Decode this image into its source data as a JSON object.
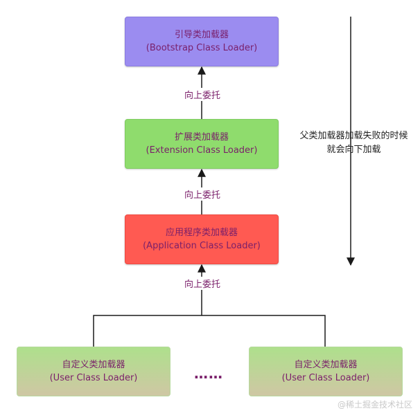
{
  "nodes": {
    "bootstrap": {
      "name": "引导类加载器",
      "en": "(Bootstrap Class Loader)"
    },
    "extension": {
      "name": "扩展类加载器",
      "en": "(Extension Class Loader)"
    },
    "application": {
      "name": "应用程序类加载器",
      "en": "(Application Class Loader)"
    },
    "user1": {
      "name": "自定义类加载器",
      "en": "(User Class Loader)"
    },
    "user2": {
      "name": "自定义类加载器",
      "en": "(User Class Loader)"
    }
  },
  "edge_labels": {
    "ext_to_boot": "向上委托",
    "app_to_ext": "向上委托",
    "user_to_app": "向上委托"
  },
  "note": {
    "line1": "父类加载器加载失败的时候",
    "line2": "就会向下加载"
  },
  "ellipsis": "……",
  "watermark": "@稀土掘金技术社区",
  "colors": {
    "bootstrap": "#9b8cf0",
    "extension": "#8fdc6d",
    "application": "#ff5a52",
    "user": "#aee08c",
    "text": "#7a1f6a"
  }
}
